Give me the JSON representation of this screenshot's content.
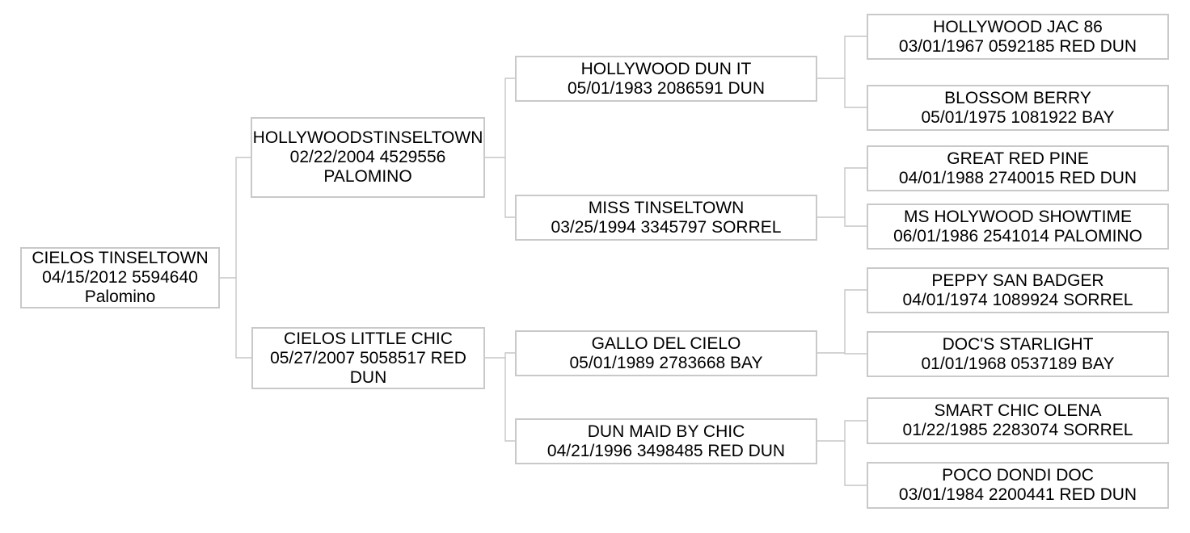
{
  "colors": {
    "background": "#ffffff",
    "box_border": "#c9c9c9",
    "connector_line": "#c6c6c6",
    "text": "#000000"
  },
  "pedigree": {
    "type": "horse-pedigree-tree",
    "generations": 4,
    "subject": {
      "name": "CIELOS TINSELTOWN",
      "info": "04/15/2012 5594640 Palomino"
    },
    "sire": {
      "name": "HOLLYWOODSTINSELTOWN",
      "info": "02/22/2004 4529556 PALOMINO"
    },
    "dam": {
      "name": "CIELOS LITTLE CHIC",
      "info": "05/27/2007 5058517 RED DUN"
    },
    "sire_sire": {
      "name": "HOLLYWOOD DUN IT",
      "info": "05/01/1983 2086591 DUN"
    },
    "sire_dam": {
      "name": "MISS TINSELTOWN",
      "info": "03/25/1994 3345797 SORREL"
    },
    "dam_sire": {
      "name": "GALLO DEL CIELO",
      "info": "05/01/1989 2783668 BAY"
    },
    "dam_dam": {
      "name": "DUN MAID BY CHIC",
      "info": "04/21/1996 3498485 RED DUN"
    },
    "sire_sire_sire": {
      "name": "HOLLYWOOD JAC 86",
      "info": "03/01/1967 0592185 RED DUN"
    },
    "sire_sire_dam": {
      "name": "BLOSSOM BERRY",
      "info": "05/01/1975 1081922 BAY"
    },
    "sire_dam_sire": {
      "name": "GREAT RED PINE",
      "info": "04/01/1988 2740015 RED DUN"
    },
    "sire_dam_dam": {
      "name": "MS HOLYWOOD SHOWTIME",
      "info": "06/01/1986 2541014 PALOMINO"
    },
    "dam_sire_sire": {
      "name": "PEPPY SAN BADGER",
      "info": "04/01/1974 1089924 SORREL"
    },
    "dam_sire_dam": {
      "name": "DOC'S STARLIGHT",
      "info": "01/01/1968 0537189 BAY"
    },
    "dam_dam_sire": {
      "name": "SMART CHIC OLENA",
      "info": "01/22/1985 2283074 SORREL"
    },
    "dam_dam_dam": {
      "name": "POCO DONDI DOC",
      "info": "03/01/1984 2200441 RED DUN"
    }
  }
}
